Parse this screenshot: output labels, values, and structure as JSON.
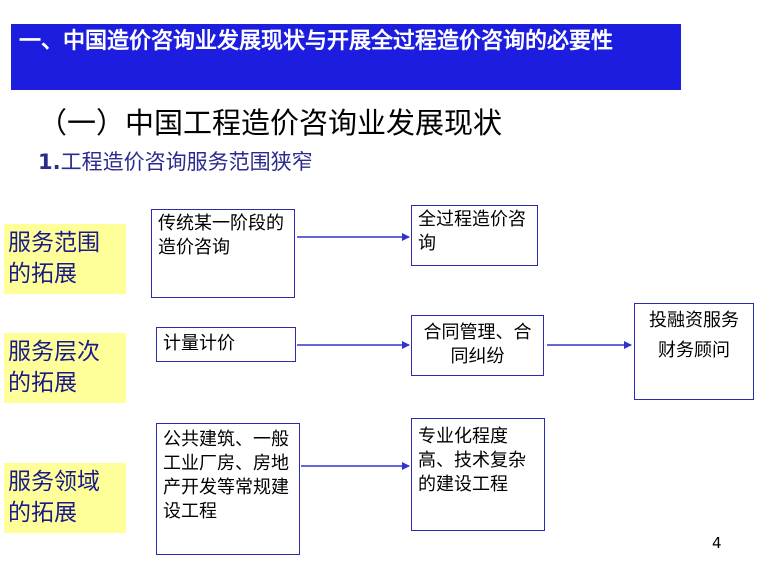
{
  "title_bar": {
    "text": "一、中国造价咨询业发展现状与开展全过程造价咨询的必要性"
  },
  "heading": "（一）中国工程造价咨询业发展现状",
  "subheading": {
    "number": "1.",
    "text": "工程造价咨询服务范围狭窄"
  },
  "rows": [
    {
      "label": "服务范围的拓展",
      "from": "传统某一阶段的造价咨询",
      "to": "全过程造价咨询"
    },
    {
      "label": "服务层次的拓展",
      "from": "计量计价",
      "to": "合同管理、合同纠纷"
    },
    {
      "label": "服务领域的拓展",
      "from": "公共建筑、一般工业厂房、房地产开发等常规建设工程",
      "to": "专业化程度高、技术复杂的建设工程"
    }
  ],
  "final_box": {
    "line1": "投融资服务",
    "line2": "财务顾问"
  },
  "page_number": "4",
  "colors": {
    "title_bg": "#1d1de0",
    "label_bg": "#ffff99",
    "arrow": "#3333cc",
    "box_border": "#2b2bb0"
  }
}
